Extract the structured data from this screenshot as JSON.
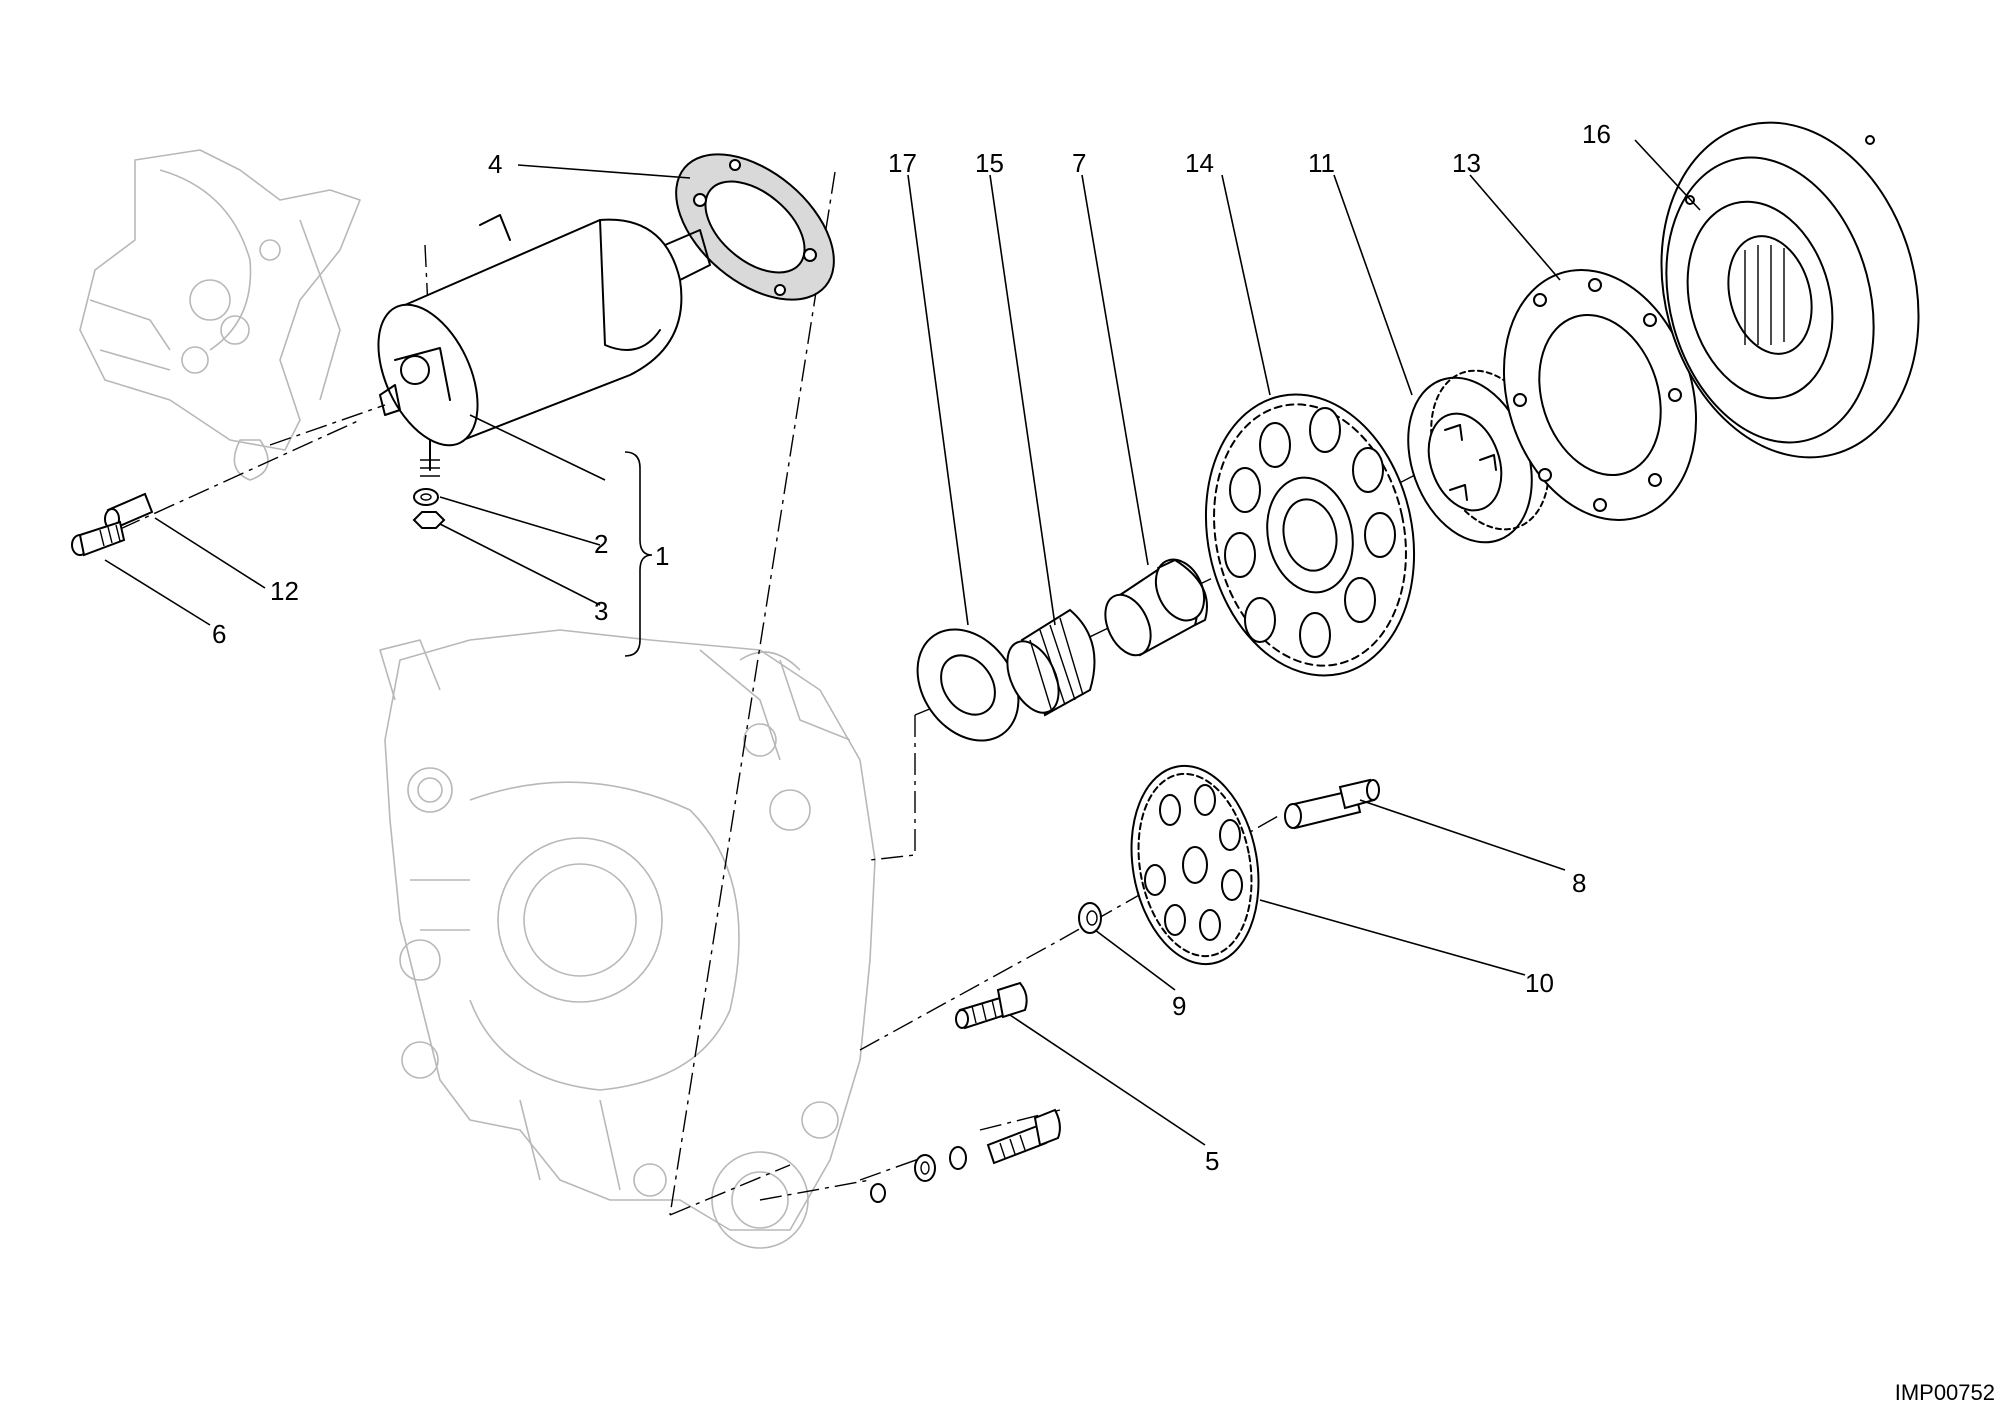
{
  "figure_code": "IMP00752",
  "callouts": [
    {
      "id": "callout-1",
      "text": "1"
    },
    {
      "id": "callout-2",
      "text": "2"
    },
    {
      "id": "callout-3",
      "text": "3"
    },
    {
      "id": "callout-4",
      "text": "4"
    },
    {
      "id": "callout-5",
      "text": "5"
    },
    {
      "id": "callout-6",
      "text": "6"
    },
    {
      "id": "callout-7",
      "text": "7"
    },
    {
      "id": "callout-8",
      "text": "8"
    },
    {
      "id": "callout-9",
      "text": "9"
    },
    {
      "id": "callout-10",
      "text": "10"
    },
    {
      "id": "callout-11",
      "text": "11"
    },
    {
      "id": "callout-12",
      "text": "12"
    },
    {
      "id": "callout-13",
      "text": "13"
    },
    {
      "id": "callout-14",
      "text": "14"
    },
    {
      "id": "callout-15",
      "text": "15"
    },
    {
      "id": "callout-16",
      "text": "16"
    },
    {
      "id": "callout-17",
      "text": "17"
    }
  ]
}
